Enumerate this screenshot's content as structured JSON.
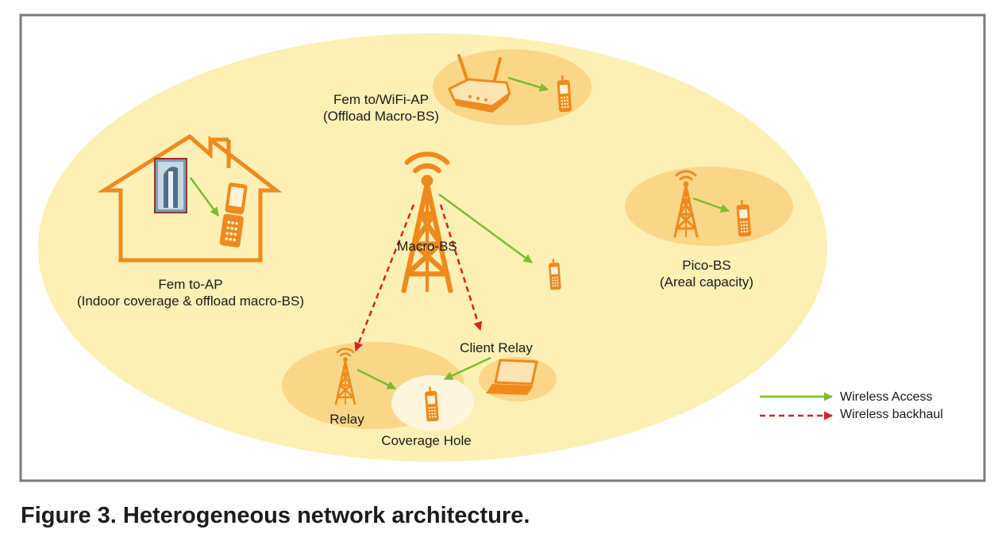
{
  "caption": "Figure 3. Heterogeneous network architecture.",
  "nodes": {
    "femto_wifi": {
      "line1": "Fem to/WiFi-AP",
      "line2": "(Offload Macro-BS)"
    },
    "femto_ap": {
      "line1": "Fem to-AP",
      "line2": "(Indoor coverage & offload macro-BS)"
    },
    "macro_bs": "Macro-BS",
    "pico_bs": {
      "line1": "Pico-BS",
      "line2": "(Areal capacity)"
    },
    "client_relay": "Client Relay",
    "relay": "Relay",
    "coverage_hole": "Coverage Hole"
  },
  "legend": {
    "access": "Wireless Access",
    "backhaul": "Wireless backhaul"
  },
  "colors": {
    "main_ellipse": "#fdf0b4",
    "sub_ellipse": "#fad788",
    "coverage_hole": "#fdf5dc",
    "icon_orange": "#ee8a1e",
    "access_arrow": "#7bbd2e",
    "backhaul_arrow": "#d2232a",
    "frame": "#7a7a7a"
  }
}
